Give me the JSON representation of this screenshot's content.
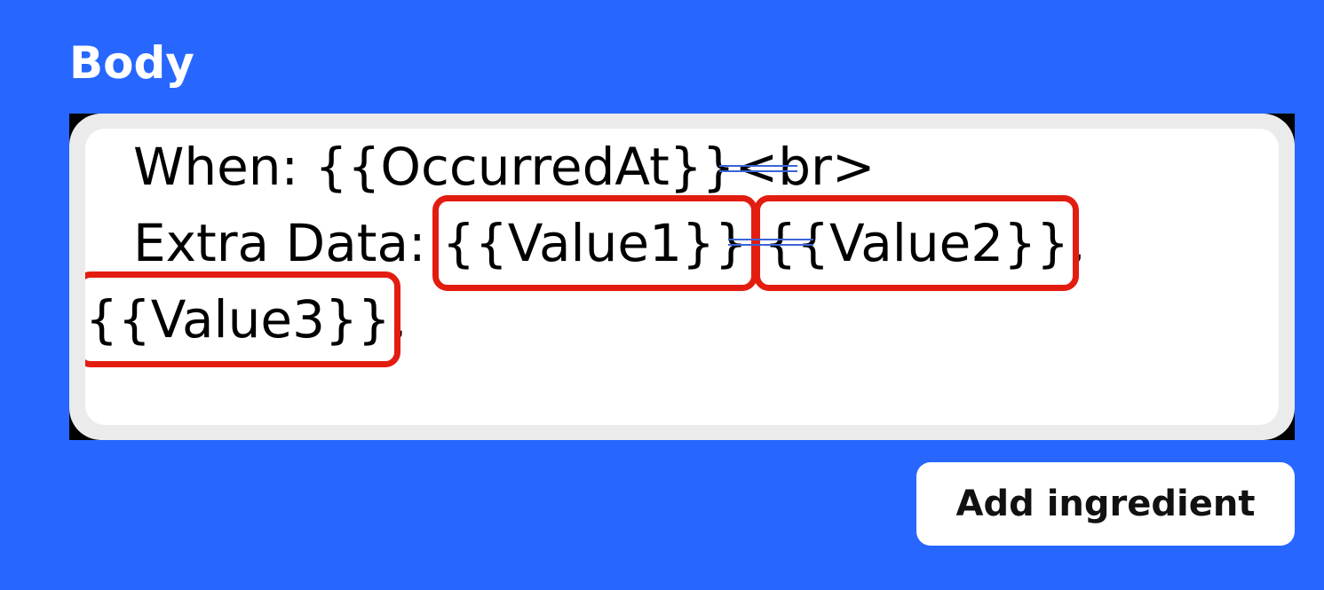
{
  "body_field": {
    "label": "Body",
    "lines": [
      {
        "prefix": "When: ",
        "ingredient": "{{OccurredAt}}",
        "suffix": "<br>"
      },
      {
        "prefix": "Extra Data: ",
        "ingredient1": "{{Value1}}",
        "separator": ",",
        "ingredient2": "{{Value2}}",
        "suffix": ","
      },
      {
        "ingredient": "{{Value3}}",
        "suffix": ","
      }
    ]
  },
  "actions": {
    "add_ingredient_label": "Add ingredient"
  },
  "colors": {
    "background": "#2767ff",
    "highlight": "#e31c10",
    "editor_border": "#ebebeb"
  }
}
